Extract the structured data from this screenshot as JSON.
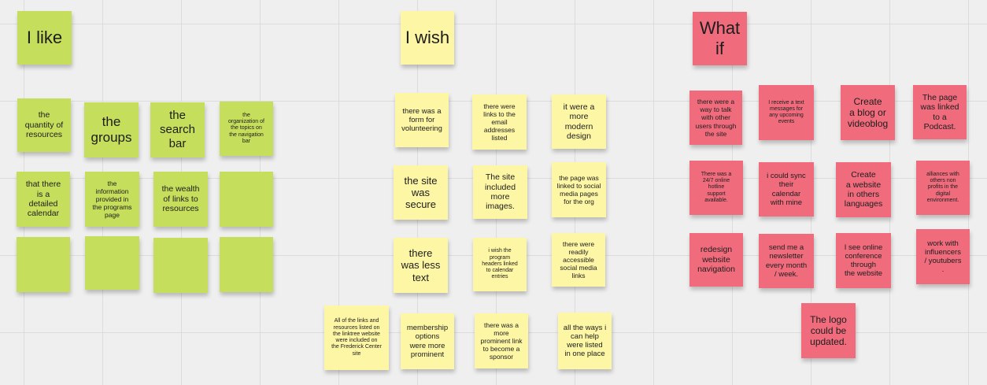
{
  "columns": {
    "like": {
      "header": "I like",
      "notes": [
        "the\nquantity of\nresources",
        "the\ngroups",
        "the\nsearch\nbar",
        "the\norganization of\nthe topics on\nthe navigation\nbar",
        "that there\nis a\ndetailed\ncalendar",
        "the\ninformation\nprovided  in\nthe programs\npage",
        "the wealth\nof links to\nresources"
      ]
    },
    "wish": {
      "header": "I wish",
      "notes": [
        "there was a\nform for\nvolunteering",
        "there were\nlinks to the\nemail\naddresses\nlisted",
        "it were a\nmore\nmodern\ndesign",
        "the site\nwas\nsecure",
        "The site\nincluded\nmore\nimages.",
        "the page was\nlinked to social\nmedia pages\nfor the org",
        "there\nwas less\ntext",
        "i wish the\nprogram\nheaders linked\nto calendar\nentries",
        "there were\nreadily\naccessible\nsocial media\nlinks",
        "All of the links and\nresources listed on\nthe linktree website\nwere included on\nthe Frederick Center\nsite",
        "membership\noptions\nwere more\nprominent",
        "there was a\nmore\nprominent link\nto become a\nsponsor",
        "all the ways i\ncan help\nwere listed\nin one place"
      ]
    },
    "whatif": {
      "header": "What\nif",
      "notes": [
        "there were a\nway to talk\nwith other\nusers through\nthe site",
        "I receive a text\nmessages for\nany upcoming\nevents",
        "Create\na blog or\nvideoblog",
        "The page\nwas linked\nto a\nPodcast.",
        "There was a\n24/7 online\nhotline\nsupport\navailable.",
        "i could sync\ntheir\ncalendar\nwith mine",
        "Create\na website\nin others\nlanguages",
        "alliances with\nothers non\nprofits in the\ndigital\nenvironment.",
        "redesign\nwebsite\nnavigation",
        "send me a\nnewsletter\nevery month\n/ week.",
        "I see online\nconference\nthrough\nthe website",
        "work with\ninfluencers\n/ youtubers\n.",
        "The logo\ncould be\nupdated."
      ]
    }
  },
  "colors": {
    "green": "#c5de5b",
    "yellow": "#fdf6a5",
    "red": "#f06c7d",
    "background": "#efefef"
  }
}
